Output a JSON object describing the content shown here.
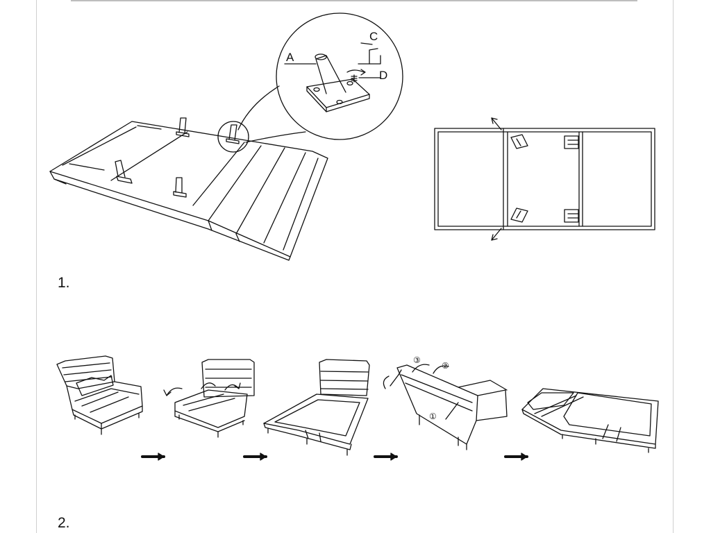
{
  "steps": [
    {
      "number": "1."
    },
    {
      "number": "2."
    }
  ],
  "callouts": {
    "a": "A",
    "c": "C",
    "d": "D"
  },
  "sequence_markers": [
    "③",
    "②",
    "①"
  ],
  "colors": {
    "ink": "#111111",
    "frame": "#cfcfcf",
    "rule": "#bdbdbd"
  }
}
